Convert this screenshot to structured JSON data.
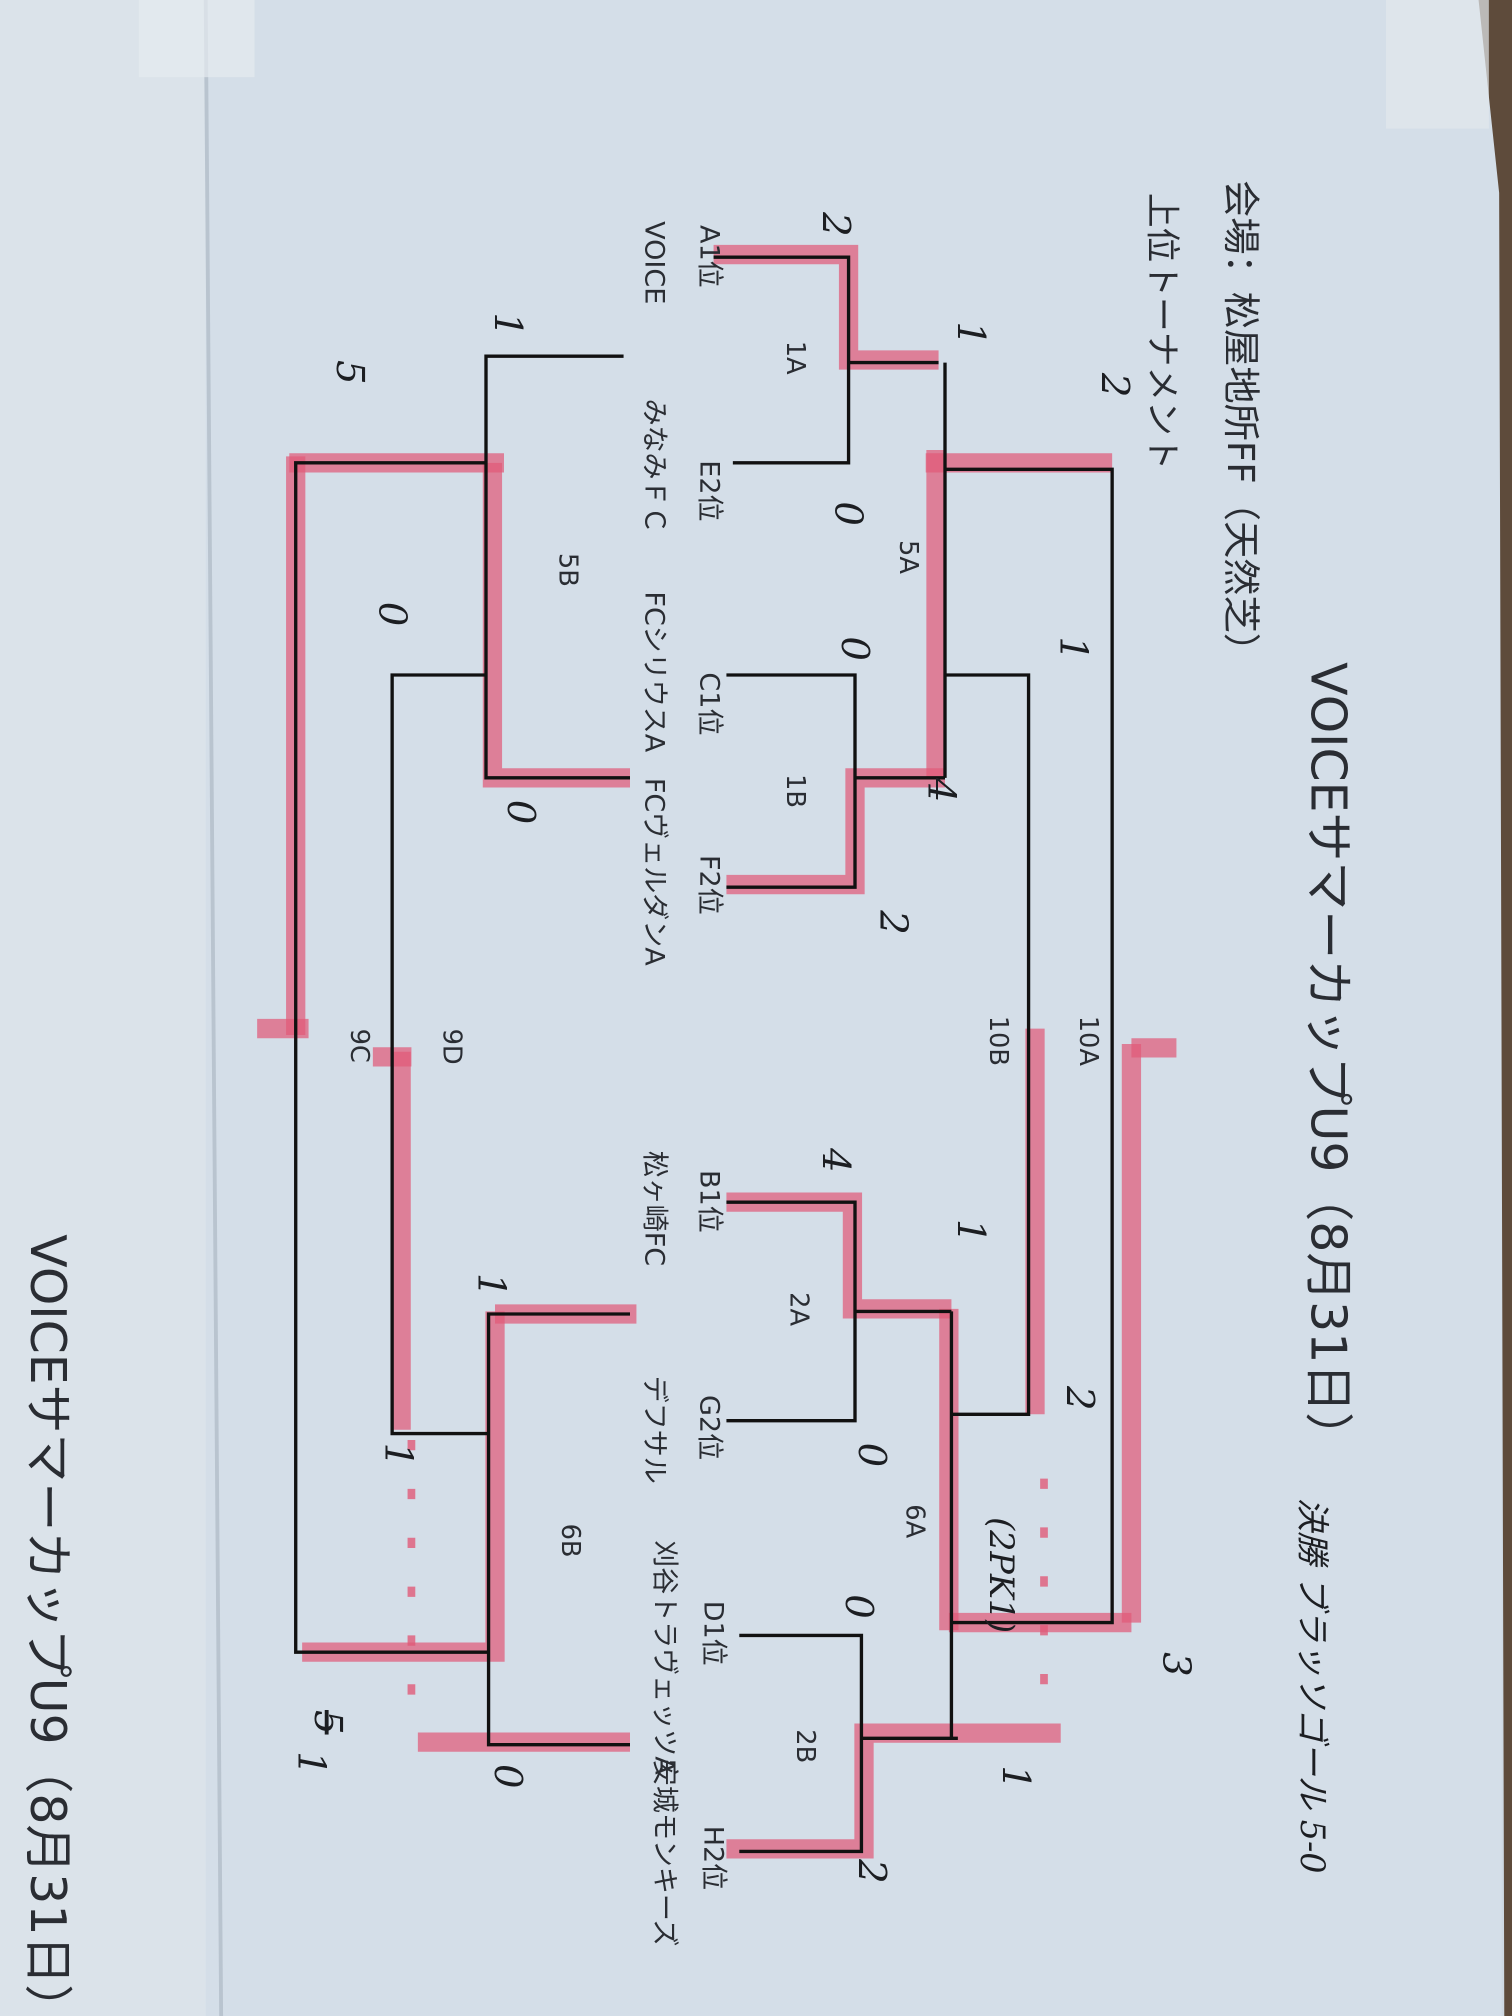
{
  "sheet": {
    "title": "VOICEサマーカップU9（8月31日）",
    "venue": "会場：松屋地所FF（天然芝）",
    "section": "上位トーナメント",
    "next_sheet_title_fragment": "VOICEサマーカップU9（8月31日）"
  },
  "teams": [
    {
      "seed": "A1位",
      "name": "VOICE"
    },
    {
      "seed": "E2位",
      "name": "みなみＦＣ"
    },
    {
      "seed": "C1位",
      "name": "FCシリウスA"
    },
    {
      "seed": "F2位",
      "name": "FCヴェルダンA"
    },
    {
      "seed": "B1位",
      "name": "松ヶ崎FC"
    },
    {
      "seed": "G2位",
      "name": "デフサル"
    },
    {
      "seed": "D1位",
      "name": "刈谷トラヴェッツA"
    },
    {
      "seed": "H2位",
      "name": "安城モンキーズ"
    }
  ],
  "matches": [
    "1A",
    "1B",
    "5A",
    "5B",
    "10A",
    "10B",
    "9D",
    "9C",
    "2A",
    "2B",
    "6A",
    "6B"
  ],
  "handwritten": {
    "final_note": "決勝 ブラッソゴール 5-0",
    "pk_note": "(2PK1)",
    "scores": [
      "2",
      "0",
      "1",
      "0",
      "4",
      "2",
      "2",
      "1",
      "1",
      "5",
      "0",
      "0",
      "4",
      "0",
      "1",
      "2",
      "0",
      "1",
      "2",
      "3",
      "1",
      "1",
      "0",
      "5",
      "1"
    ]
  },
  "colors": {
    "paper": "#d6e0e9",
    "highlighter": "#e05a78",
    "ink": "#111111"
  }
}
